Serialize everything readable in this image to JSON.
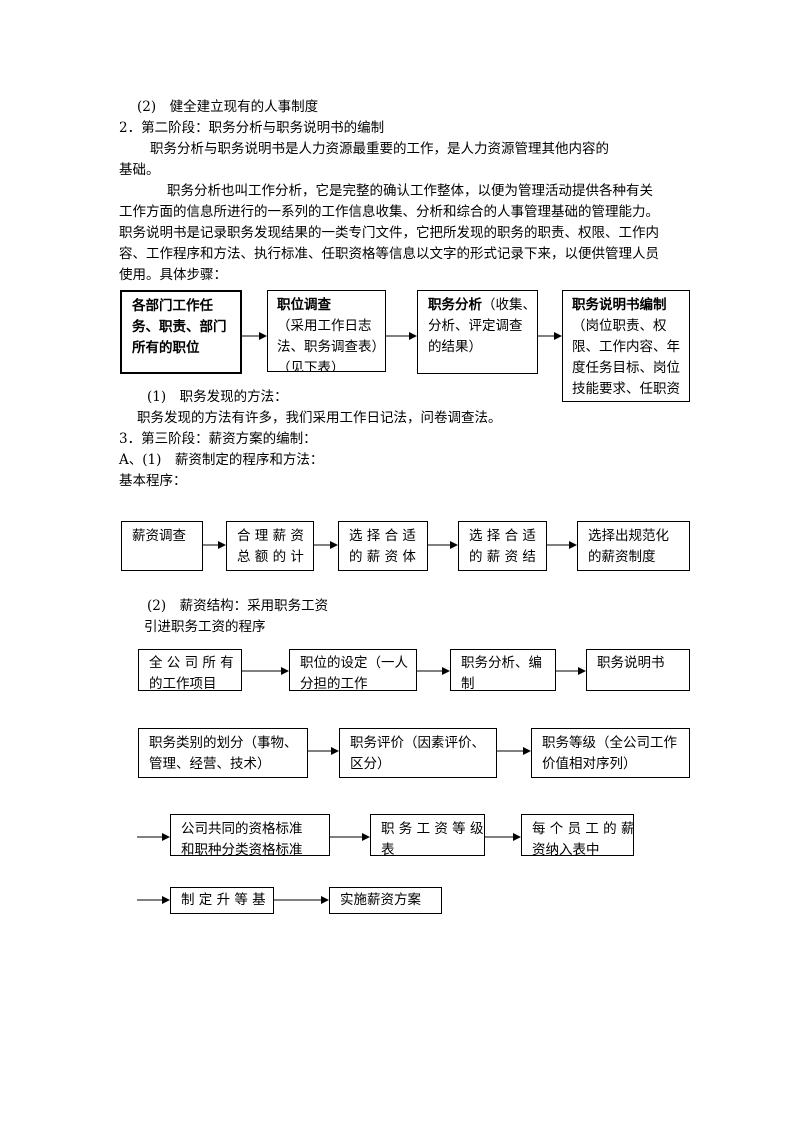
{
  "p1": "(2)　健全建立现有的人事制度",
  "p2": "2．第二阶段：职务分析与职务说明书的编制",
  "p3a": "职务分析与职务说明书是人力资源最重要的工作，是人力资源管理其他内容的",
  "p3b": "基础。",
  "p4a": "职务分析也叫工作分析，它是完整的确认工作整体，以便为管理活动提供各种有关",
  "p4b": "工作方面的信息所进行的一系列的工作信息收集、分析和综合的人事管理基础的管理能力。",
  "p5a": "职务说明书是记录职务发现结果的一类专门文件，它把所发现的职务的职责、权限、工作内",
  "p5b": "容、工作程序和方法、执行标准、任职资格等信息以文字的形式记录下来，以便供管理人员",
  "p5c": "使用。具体步骤：",
  "flow1": {
    "b1": [
      "各部门工作任",
      "务、职责、部门",
      "所有的职位"
    ],
    "b2_title": "职位调查",
    "b2": [
      "（采用工作日志",
      "法、职务调查表）",
      "（见下表）"
    ],
    "b3_title": "职务分析",
    "b3_rest": "（收集、",
    "b3": [
      "分析、评定调查",
      "的结果）"
    ],
    "b4_title": "职务说明书编制",
    "b4": [
      "（岗位职责、权",
      "限、工作内容、年",
      "度任务目标、岗位",
      "技能要求、任职资"
    ]
  },
  "p6": "(1)　职务发现的方法：",
  "p7": "职务发现的方法有许多，我们采用工作日记法，问卷调查法。",
  "p8": "3．第三阶段：薪资方案的编制：",
  "p9": "A、(1)　薪资制定的程序和方法：",
  "p10": "基本程序：",
  "flow2": {
    "b1": [
      "薪资调查"
    ],
    "b2": [
      "合 理 薪 资",
      "总 额 的 计"
    ],
    "b3": [
      "选 择 合 适",
      "的 薪 资 体"
    ],
    "b4": [
      "选 择 合 适",
      "的 薪 资 结"
    ],
    "b5": [
      "选择出规范化",
      "的薪资制度"
    ]
  },
  "p11": "(2)　薪资结构：采用职务工资",
  "p12": "引进职务工资的程序",
  "flow3": {
    "b1": [
      "全 公 司 所 有",
      "的工作项目"
    ],
    "b2": [
      "职位的设定（一人",
      "分担的工作"
    ],
    "b3": [
      "职务分析、编",
      "制"
    ],
    "b4": [
      "职务说明书"
    ]
  },
  "flow4": {
    "b1": [
      "职务类别的划分（事物、",
      "管理、经营、技术）"
    ],
    "b2": [
      "职务评价（因素评价、",
      "区分）"
    ],
    "b3": [
      "职务等级（全公司工作",
      "价值相对序列）"
    ]
  },
  "flow5": {
    "b1": [
      "公司共同的资格标准",
      "和职种分类资格标准"
    ],
    "b2": [
      "职 务 工 资 等 级",
      "表"
    ],
    "b3": [
      "每 个 员 工 的 薪",
      "资纳入表中"
    ]
  },
  "flow6": {
    "b1": [
      "制 定 升 等 基"
    ],
    "b2": [
      "实施薪资方案"
    ]
  }
}
